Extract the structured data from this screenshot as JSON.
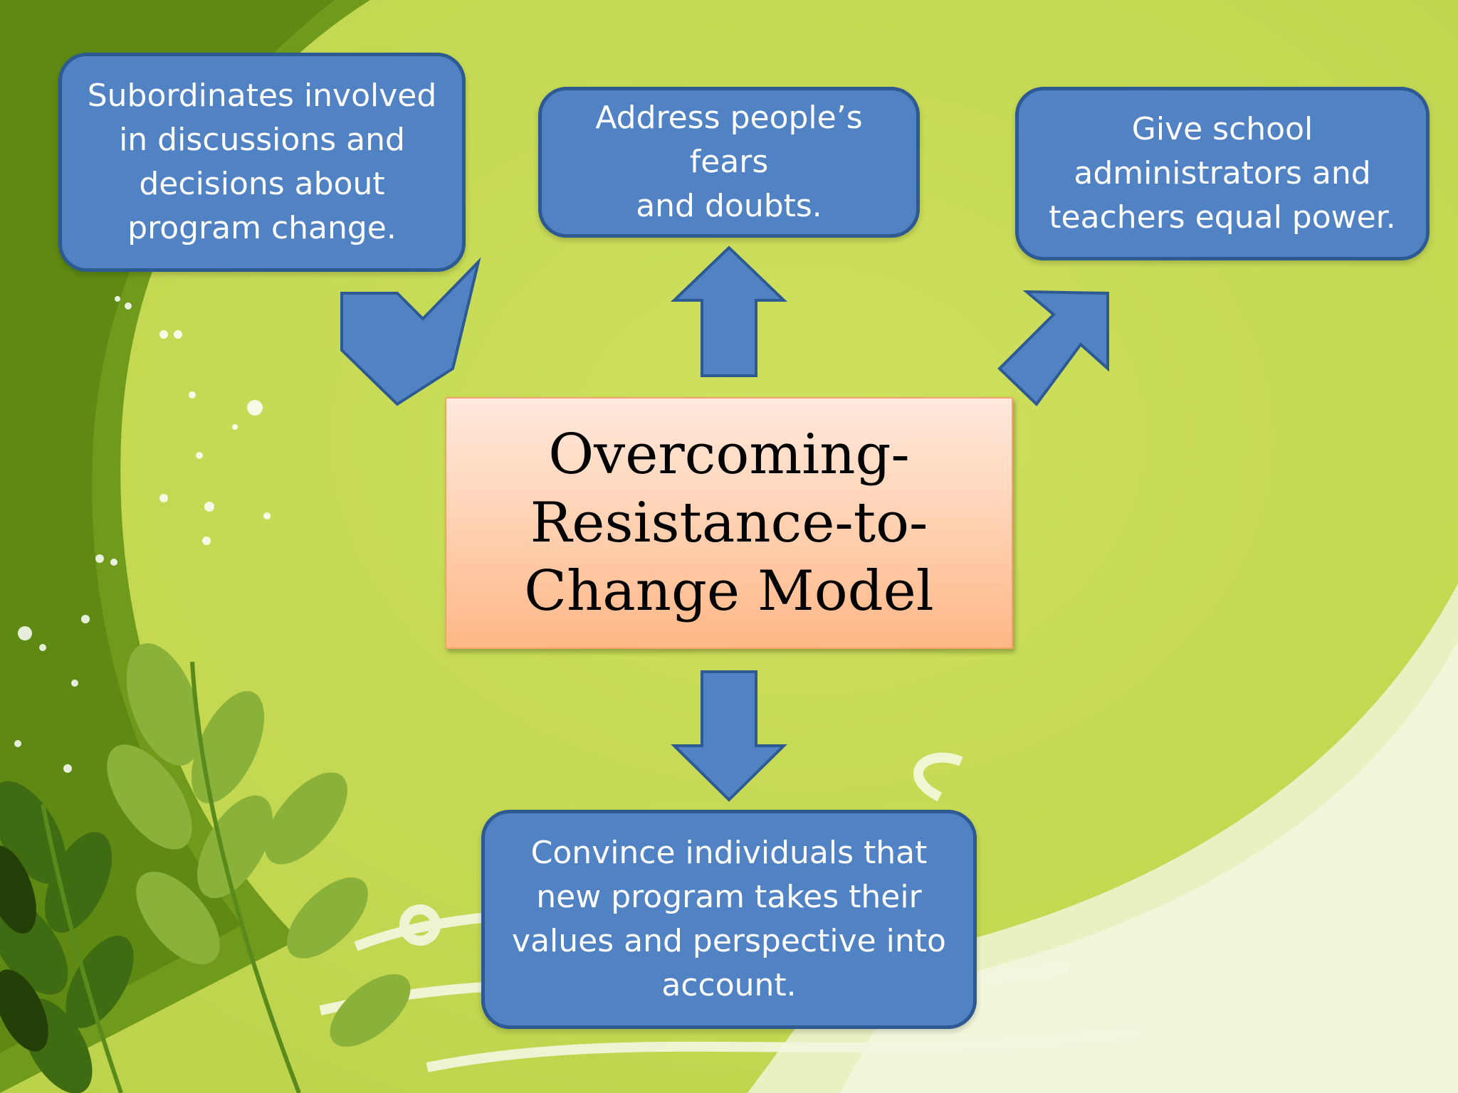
{
  "colors": {
    "box_fill": "#5082c4",
    "box_border": "#2e5a93",
    "center_fill_top": "#ffe9dd",
    "center_fill_bottom": "#ffb787",
    "background": "#c8dc5a",
    "arrow_fill": "#5082c4"
  },
  "center": {
    "title_lines": [
      "Overcoming-",
      "Resistance-to-",
      "Change Model"
    ]
  },
  "nodes": {
    "top_left": {
      "lines": [
        "Subordinates involved",
        "in discussions and",
        "decisions about",
        "program change."
      ]
    },
    "top_center": {
      "lines": [
        "Address people’s fears",
        "and doubts."
      ]
    },
    "top_right": {
      "lines": [
        "Give school",
        "administrators and",
        "teachers equal power."
      ]
    },
    "bottom": {
      "lines": [
        "Convince individuals that",
        "new program takes their",
        "values and perspective into",
        "account."
      ]
    }
  }
}
